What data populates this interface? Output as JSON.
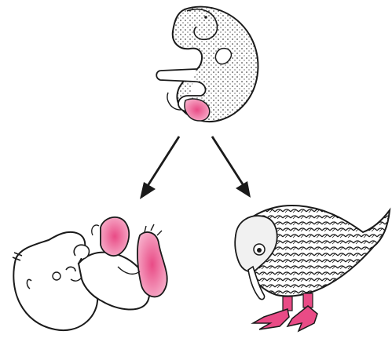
{
  "diagram": {
    "nodes": [
      {
        "id": "embryo",
        "icon": "embryo-illustration"
      },
      {
        "id": "human-baby",
        "icon": "baby-illustration"
      },
      {
        "id": "bird",
        "icon": "bird-illustration"
      }
    ],
    "edges": [
      {
        "from": "embryo",
        "to": "human-baby",
        "icon": "arrow-down-left-icon"
      },
      {
        "from": "embryo",
        "to": "bird",
        "icon": "arrow-down-right-icon"
      }
    ]
  },
  "colors": {
    "ink": "#1a1a1a",
    "highlight": "#e94b86",
    "highlight_light": "#f7b3cd",
    "background": "#ffffff"
  }
}
